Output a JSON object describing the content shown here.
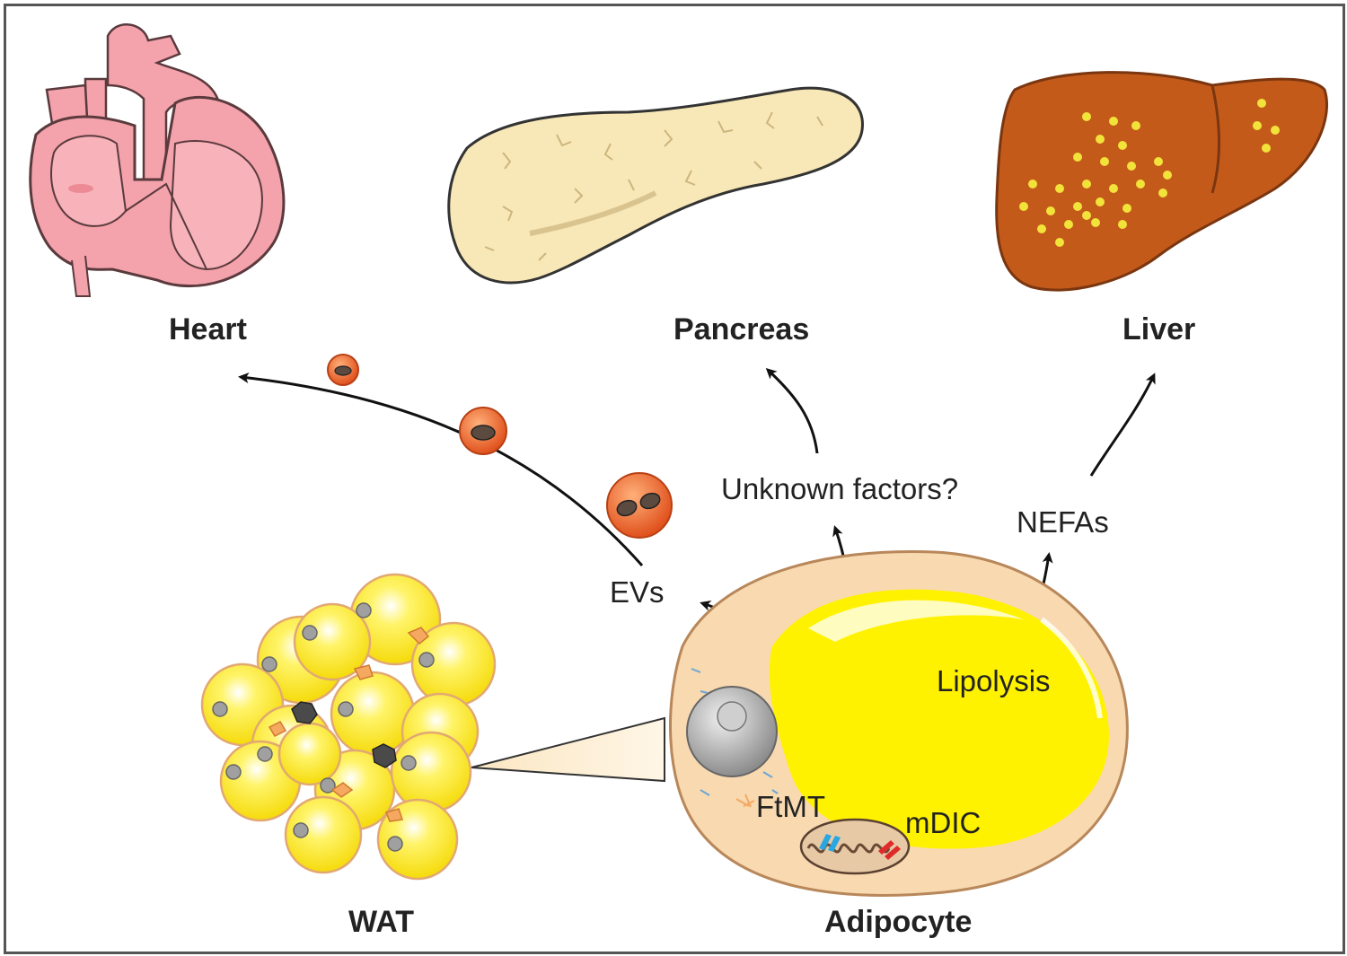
{
  "labels": {
    "heart": "Heart",
    "pancreas": "Pancreas",
    "liver": "Liver",
    "wat": "WAT",
    "adipocyte": "Adipocyte"
  },
  "factors": {
    "unknown": "Unknown factors?",
    "nefas": "NEFAs",
    "evs": "EVs",
    "lipolysis": "Lipolysis",
    "ftmt": "FtMT",
    "mdic": "mDIC"
  },
  "colors": {
    "heart": "#f4a2ab",
    "heart_outline": "#5a3a3d",
    "pancreas": "#f8e8b8",
    "liver": "#c45a1a",
    "liver_spot": "#f2e33a",
    "adipocyte_membrane": "#f8d9b0",
    "lipid_droplet": "#fff200",
    "ev": "#e8622a",
    "mitochondrion": "#8a6b4f",
    "ftmt_marker": "#2aa6e0",
    "mdic_marker": "#e02a2a",
    "arrow": "#111111"
  }
}
